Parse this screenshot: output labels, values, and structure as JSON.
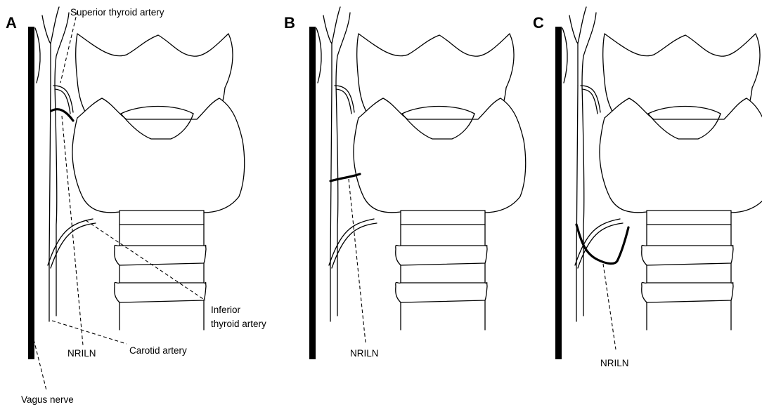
{
  "panels": [
    {
      "letter": "A",
      "labels": {
        "superior_thyroid_artery": "Superior thyroid artery",
        "inferior_thyroid_artery_line1": "Inferior",
        "inferior_thyroid_artery_line2": "thyroid artery",
        "nriln": "NRILN",
        "carotid_artery": "Carotid artery",
        "vagus_nerve": "Vagus nerve"
      }
    },
    {
      "letter": "B",
      "labels": {
        "nriln": "NRILN"
      }
    },
    {
      "letter": "C",
      "labels": {
        "nriln": "NRILN"
      }
    }
  ]
}
